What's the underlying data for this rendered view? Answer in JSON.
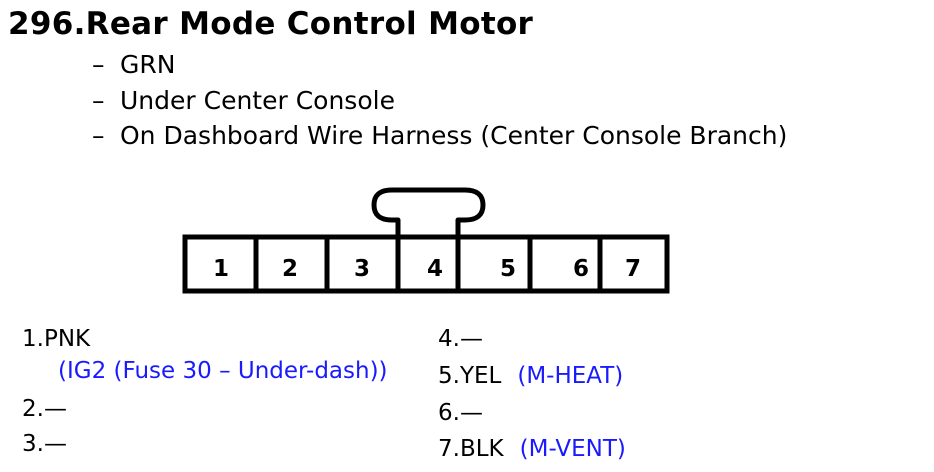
{
  "title": "296.Rear Mode Control Motor",
  "details": {
    "color": "GRN",
    "location": "Under Center Console",
    "harness": "On Dashboard Wire Harness (Center Console Branch)",
    "dash": "–"
  },
  "connector": {
    "pins": [
      "1",
      "2",
      "3",
      "4",
      "5",
      "6",
      "7"
    ]
  },
  "pins": [
    {
      "label": "1.PNK",
      "note": "(IG2 (Fuse 30 – Under-dash))"
    },
    {
      "label": "2.—"
    },
    {
      "label": "3.—"
    },
    {
      "label": "4.—"
    },
    {
      "label": "5.YEL",
      "note": "(M-HEAT)"
    },
    {
      "label": "6.—"
    },
    {
      "label": "7.BLK",
      "note": "(M-VENT)"
    }
  ],
  "colors": {
    "note_blue": "#1a1aff",
    "outline": "#000000"
  }
}
